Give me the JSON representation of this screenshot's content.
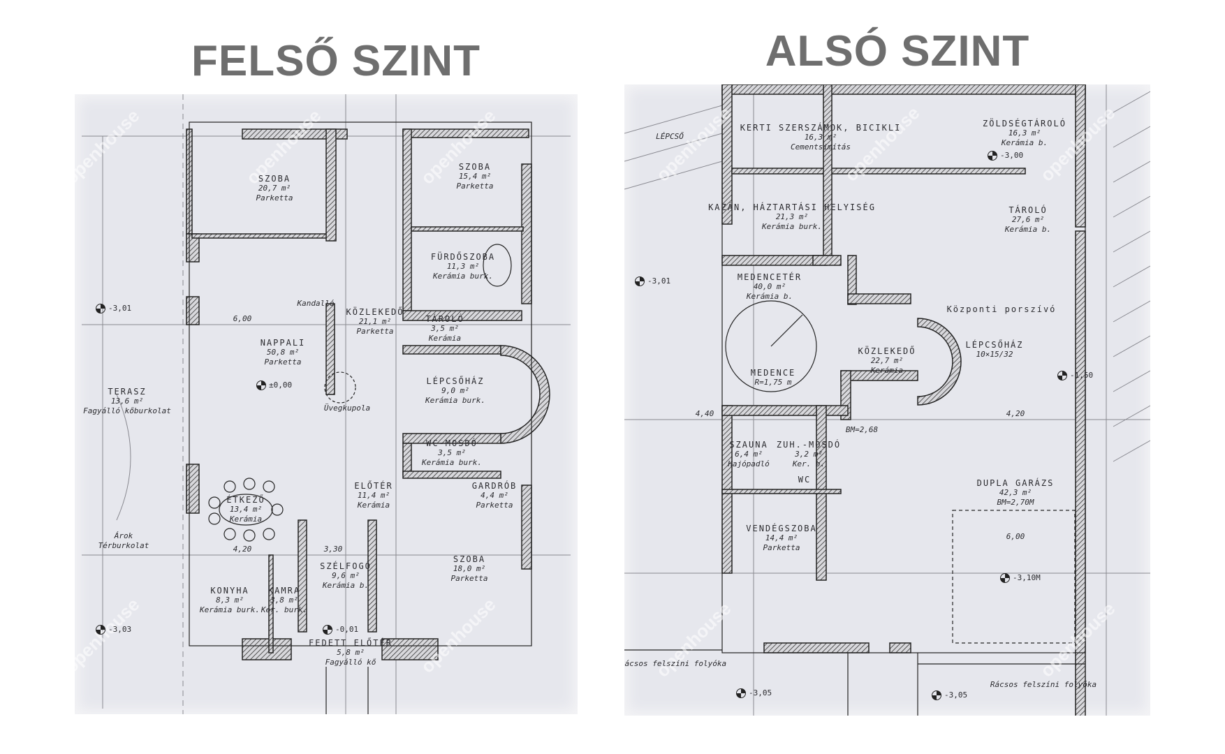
{
  "titles": {
    "upper": "FELSŐ SZINT",
    "lower": "ALSÓ SZINT"
  },
  "watermark": "openhouse",
  "upper_floor": {
    "rooms": [
      {
        "name": "SZOBA",
        "area": "20,7 m²",
        "floor": "Parketta"
      },
      {
        "name": "SZOBA",
        "area": "15,4 m²",
        "floor": "Parketta"
      },
      {
        "name": "FÜRDŐSZOBA",
        "area": "11,3 m²",
        "floor": "Kerámia burk."
      },
      {
        "name": "KÖZLEKEDŐ",
        "area": "21,1 m²",
        "floor": "Parketta"
      },
      {
        "name": "TÁROLÓ",
        "area": "3,5 m²",
        "floor": "Kerámia"
      },
      {
        "name": "NAPPALI",
        "area": "50,8 m²",
        "floor": "Parketta"
      },
      {
        "name": "LÉPCSŐHÁZ",
        "area": "9,0 m²",
        "floor": "Kerámia burk."
      },
      {
        "name": "TERASZ",
        "area": "13,6 m²",
        "floor": "Fagyálló kőburkolat"
      },
      {
        "name": "WC-MOSDÓ",
        "area": "3,5 m²",
        "floor": "Kerámia burk."
      },
      {
        "name": "ELŐTÉR",
        "area": "11,4 m²",
        "floor": "Kerámia"
      },
      {
        "name": "GARDRÓB",
        "area": "4,4 m²",
        "floor": "Parketta"
      },
      {
        "name": "ÉTKEZŐ",
        "area": "13,4 m²",
        "floor": "Kerámia"
      },
      {
        "name": "SZÉLFOGÓ",
        "area": "9,6 m²",
        "floor": "Kerámia b."
      },
      {
        "name": "SZOBA",
        "area": "18,0 m²",
        "floor": "Parketta"
      },
      {
        "name": "KONYHA",
        "area": "8,3 m²",
        "floor": "Kerámia burk."
      },
      {
        "name": "KAMRA",
        "area": "3,8 m²",
        "floor": "Ker. burk."
      },
      {
        "name": "FEDETT ELŐTÉR",
        "area": "5,8 m²",
        "floor": "Fagyálló kő"
      }
    ],
    "notes": {
      "arok": "Árok",
      "terburkolat": "Térburkolat",
      "kandallo": "Kandalló",
      "uvegkupola": "Üvegkupola",
      "dim_600": "6,00",
      "dim_420": "4,20",
      "dim_330": "3,30"
    },
    "levels": [
      "-3,01",
      "±0,00",
      "-3,03",
      "-0,01"
    ]
  },
  "lower_floor": {
    "rooms": [
      {
        "name": "KERTI SZERSZÁMOK, BICIKLI",
        "area": "16,3 m²",
        "floor": "Cementsimítás"
      },
      {
        "name": "ZÖLDSÉGTÁROLÓ",
        "area": "16,3 m²",
        "floor": "Kerámia b."
      },
      {
        "name": "KAZÁN, HÁZTARTÁSI HELYISÉG",
        "area": "21,3 m²",
        "floor": "Kerámia burk."
      },
      {
        "name": "TÁROLÓ",
        "area": "27,6 m²",
        "floor": "Kerámia b."
      },
      {
        "name": "MEDENCETÉR",
        "area": "40,0 m²",
        "floor": "Kerámia b."
      },
      {
        "name": "MEDENCE",
        "area": "",
        "floor": "R=1,75 m"
      },
      {
        "name": "KÖZLEKEDŐ",
        "area": "22,7 m²",
        "floor": "Kerámia"
      },
      {
        "name": "LÉPCSŐHÁZ",
        "area": "",
        "floor": "10×15/32"
      },
      {
        "name": "Központi porszívó",
        "area": "",
        "floor": ""
      },
      {
        "name": "SZAUNA",
        "area": "6,4 m²",
        "floor": "Hajópadló"
      },
      {
        "name": "ZUH.-MOSDÓ",
        "area": "3,2 m²",
        "floor": "Ker. b."
      },
      {
        "name": "WC",
        "area": "",
        "floor": ""
      },
      {
        "name": "VENDÉGSZOBA",
        "area": "14,4 m²",
        "floor": "Parketta"
      },
      {
        "name": "DUPLA GARÁZS",
        "area": "42,3 m²",
        "floor": "BM=2,70M"
      }
    ],
    "notes": {
      "lepcso": "LÉPCSŐ",
      "rácsos": "Rácsos felszíni folyóka",
      "bm": "BM=2,68",
      "dim_600": "6,00",
      "dim_440": "4,40",
      "dim_420": "4,20"
    },
    "levels": [
      "-3,00",
      "-3,01",
      "-3,10M",
      "-3,05",
      "-3,05",
      "-1,50"
    ]
  }
}
